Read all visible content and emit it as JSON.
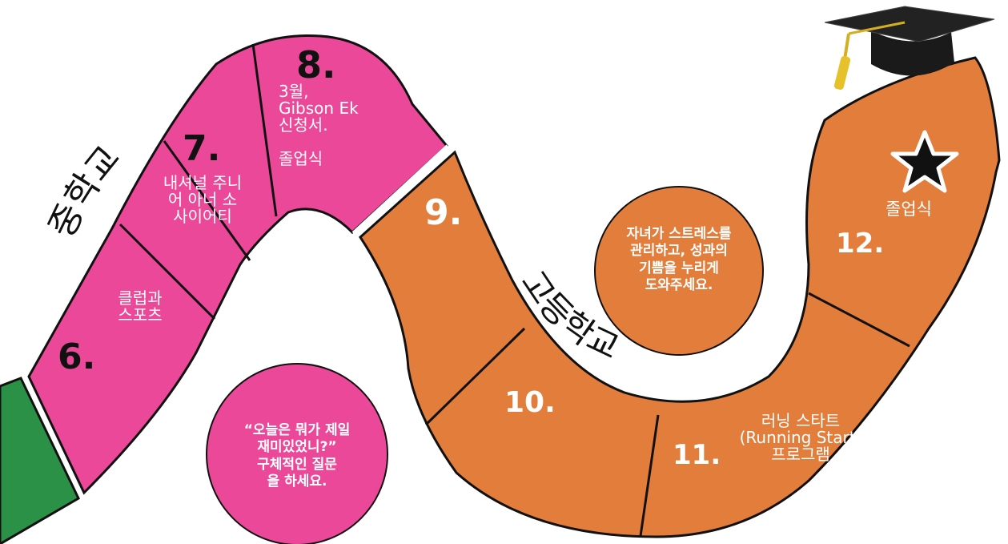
{
  "colors": {
    "pink": "#EC4899",
    "orange": "#E27D3B",
    "green": "#2A9146",
    "outline": "#111111"
  },
  "sections": {
    "middle_school": "중학교",
    "high_school": "고등학교"
  },
  "steps": {
    "s6": {
      "number": "6.",
      "text": ""
    },
    "s6b": {
      "number": "",
      "text": "클럽과\n스포츠"
    },
    "s7": {
      "number": "7.",
      "text": "내셔널 주니\n어 아너 소\n사이어티"
    },
    "s8": {
      "number": "8.",
      "text": "3월,\nGibson Ek\n신청서.\n\n졸업식"
    },
    "s9": {
      "number": "9.",
      "text": ""
    },
    "s10": {
      "number": "10.",
      "text": ""
    },
    "s11": {
      "number": "11.",
      "text": "러닝 스타트\n(Running Start)\n프로그램"
    },
    "s12": {
      "number": "12.",
      "text": "졸업식"
    }
  },
  "tips": {
    "pink_tip": "“오늘은 뭐가 제일\n재미있었니?”\n구체적인 질문\n을 하세요.",
    "orange_tip": "자녀가 스트레스를\n관리하고, 성과의\n기쁨을 누리게\n도와주세요."
  },
  "icons": {
    "finish": "star-icon",
    "goal": "graduation-cap-icon"
  }
}
